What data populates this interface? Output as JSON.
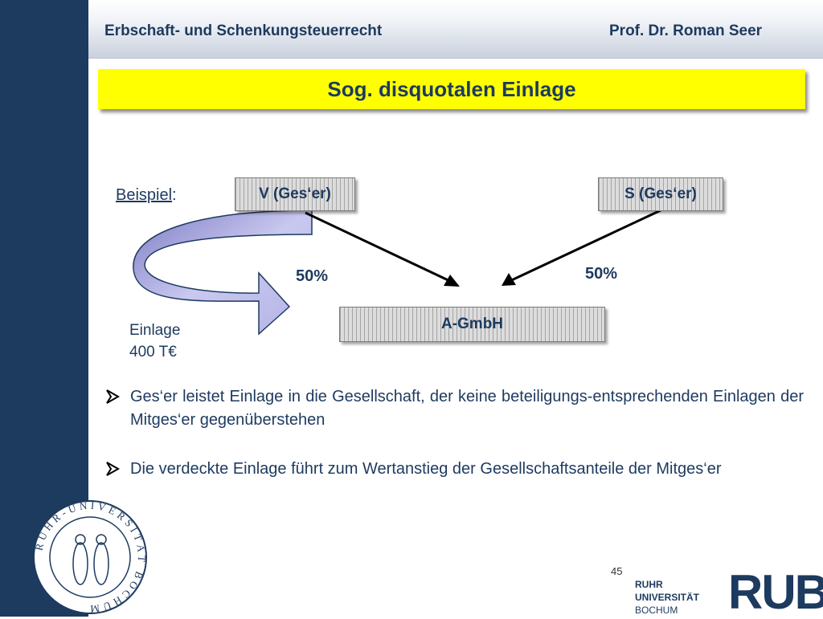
{
  "header": {
    "course": "Erbschaft- und Schenkungsteuerrecht",
    "professor": "Prof. Dr. Roman Seer"
  },
  "title": "Sog. disquotalen Einlage",
  "diagram": {
    "example_label": "Beispiel",
    "example_colon": ":",
    "node_v": "V (Ges‘er)",
    "node_s": "S (Ges‘er)",
    "node_company": "A-GmbH",
    "share_v": "50%",
    "share_s": "50%",
    "contribution_line1": "Einlage",
    "contribution_line2": "400 T€"
  },
  "bullets": [
    "Ges‘er leistet Einlage in die Gesellschaft, der keine beteiligungs-entsprechenden Einlagen der Mitges‘er gegenüberstehen",
    "Die verdeckte Einlage führt zum Wertanstieg der Gesellschaftsanteile der Mitges‘er"
  ],
  "page_number": "45",
  "footer": {
    "seal_text": "RUHR-UNIVERSITÄT BOCHUM",
    "university_line1": "RUHR",
    "university_line2": "UNIVERSITÄT",
    "university_line3": "BOCHUM",
    "logo": "RUB"
  },
  "colors": {
    "navy": "#1d3a5f",
    "title_bg": "#ffff00",
    "arrow_fill": "#b8b7e6"
  }
}
